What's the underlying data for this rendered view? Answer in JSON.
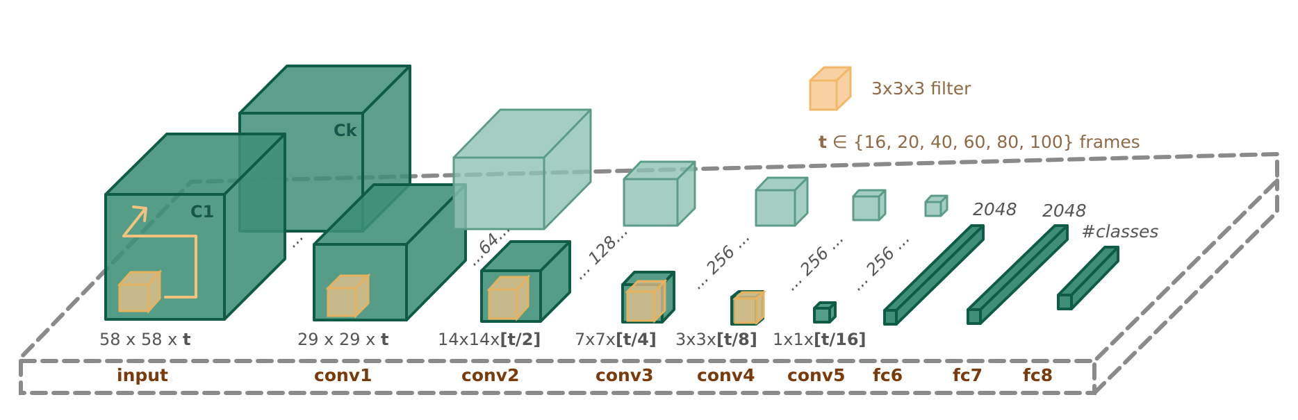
{
  "legend": {
    "filter_label": "3x3x3 filter",
    "t_symbol": "t",
    "t_set": " ∈ {16, 20, 40, 60, 80, 100} frames"
  },
  "channel_labels": {
    "c1": "C1",
    "ck": "Ck"
  },
  "separators": {
    "dots": "...",
    "conv2_channels": "...64...",
    "conv3_channels": "... 128...",
    "conv4_channels": "... 256 ...",
    "conv5_channels": "... 256 ...",
    "fc6_channels": "... 256 ..."
  },
  "fc_sizes": {
    "fc6": "2048",
    "fc7": "2048",
    "fc8": "#classes"
  },
  "dimensions": {
    "input": {
      "pre": "58 x 58 x ",
      "bold": "t"
    },
    "conv1": {
      "pre": "29 x 29 x ",
      "bold": "t"
    },
    "conv2": {
      "pre": "14x14x",
      "bold": "[t/2]"
    },
    "conv3": {
      "pre": "7x7x",
      "bold": "[t/4]"
    },
    "conv4": {
      "pre": "3x3x",
      "bold": "[t/8]"
    },
    "conv5": {
      "pre": "1x1x",
      "bold": "[t/16]"
    }
  },
  "layers": {
    "input": "input",
    "conv1": "conv1",
    "conv2": "conv2",
    "conv3": "conv3",
    "conv4": "conv4",
    "conv5": "conv5",
    "fc6": "fc6",
    "fc7": "fc7",
    "fc8": "fc8"
  },
  "colors": {
    "dark_cube": "#3f8f78",
    "light_cube": "#8fc2b3",
    "edge": "#0f5c46",
    "filter": "#f5c58a",
    "platform": "#8a8a8a",
    "layer_label": "#7a3b0c"
  }
}
